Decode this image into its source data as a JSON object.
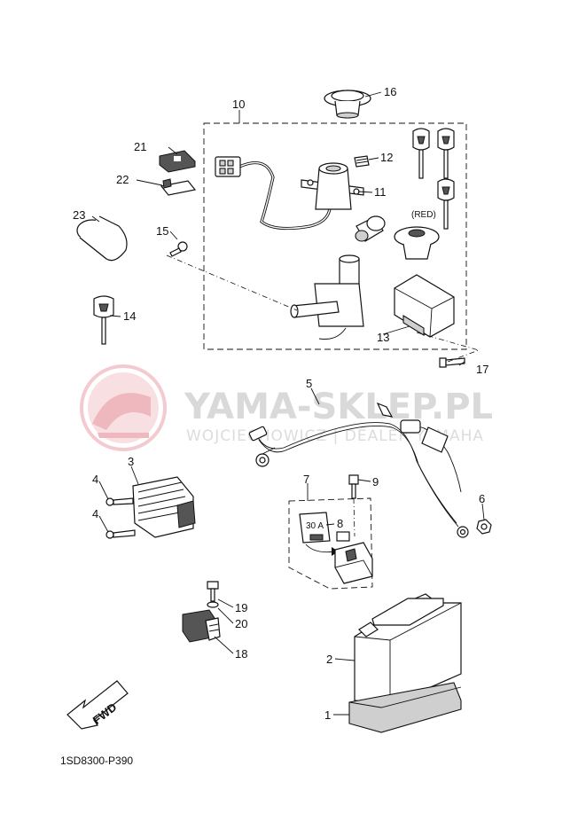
{
  "watermark": {
    "title": "YAMA-SKLEP.PL",
    "subtitle": "WOJCIECHOWICZ | DEALER YAMAHA",
    "logo_color": "#e8a0a8"
  },
  "diagram_code": "1SD8300-P390",
  "fwd_label": "FWD",
  "red_key_label": "(RED)",
  "fuse_label": "30 A",
  "callouts": [
    "1",
    "2",
    "3",
    "4",
    "4",
    "5",
    "6",
    "7",
    "8",
    "9",
    "10",
    "11",
    "12",
    "13",
    "14",
    "15",
    "16",
    "17",
    "18",
    "19",
    "20",
    "21",
    "22",
    "23"
  ]
}
